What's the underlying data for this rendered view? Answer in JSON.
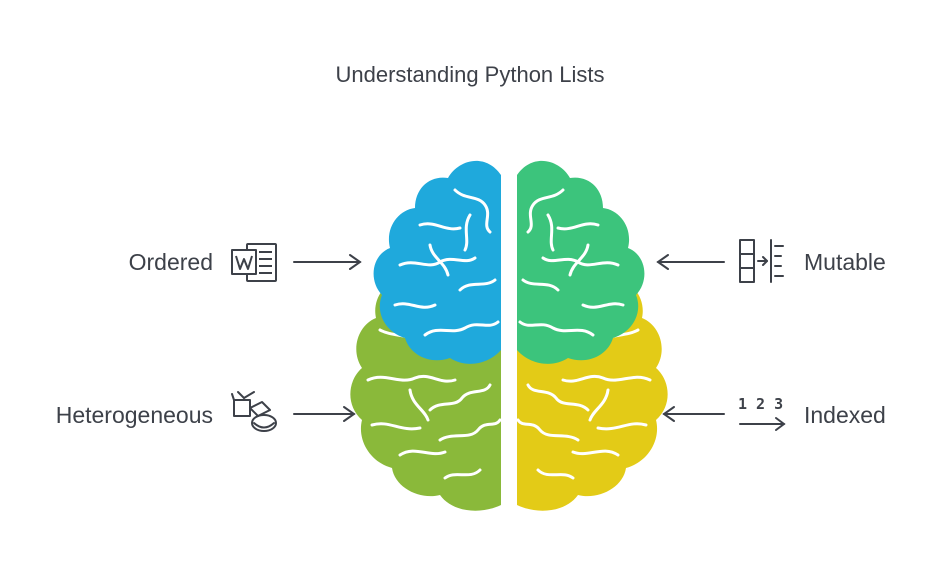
{
  "diagram": {
    "title": "Understanding Python Lists",
    "items": [
      {
        "id": "ordered",
        "label": "Ordered",
        "icon": "word-document-icon",
        "side": "left",
        "brain_lobe": "upper-left",
        "color": "#1fa9dc"
      },
      {
        "id": "heterogeneous",
        "label": "Heterogeneous",
        "icon": "mixed-objects-icon",
        "side": "left",
        "brain_lobe": "lower-left",
        "color": "#8ab93a"
      },
      {
        "id": "mutable",
        "label": "Mutable",
        "icon": "edit-list-icon",
        "side": "right",
        "brain_lobe": "upper-right",
        "color": "#3cc47c"
      },
      {
        "id": "indexed",
        "label": "Indexed",
        "icon": "numbers-123-icon",
        "side": "right",
        "brain_lobe": "lower-right",
        "color": "#e3cb17"
      }
    ],
    "indexed_icon_text": "1 2 3"
  }
}
